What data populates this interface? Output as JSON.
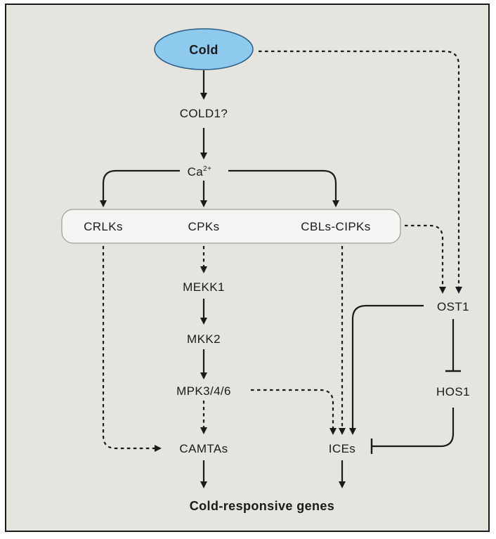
{
  "nodes": {
    "cold": "Cold",
    "cold1": "COLD1?",
    "ca_base": "Ca",
    "ca_sup": "2+",
    "crlks": "CRLKs",
    "cpks": "CPKs",
    "cbls_cipks": "CBLs-CIPKs",
    "mekk1": "MEKK1",
    "mkk2": "MKK2",
    "mpk": "MPK3/4/6",
    "camtas": "CAMTAs",
    "ices": "ICEs",
    "ost1": "OST1",
    "hos1": "HOS1",
    "genes": "Cold-responsive genes"
  },
  "colors": {
    "cold_fill": "#8ec9ee",
    "cold_stroke": "#2b5d86",
    "kinase_box_fill": "#f4f4f2",
    "background": "#e6e4de",
    "line": "#1a1a1a"
  }
}
